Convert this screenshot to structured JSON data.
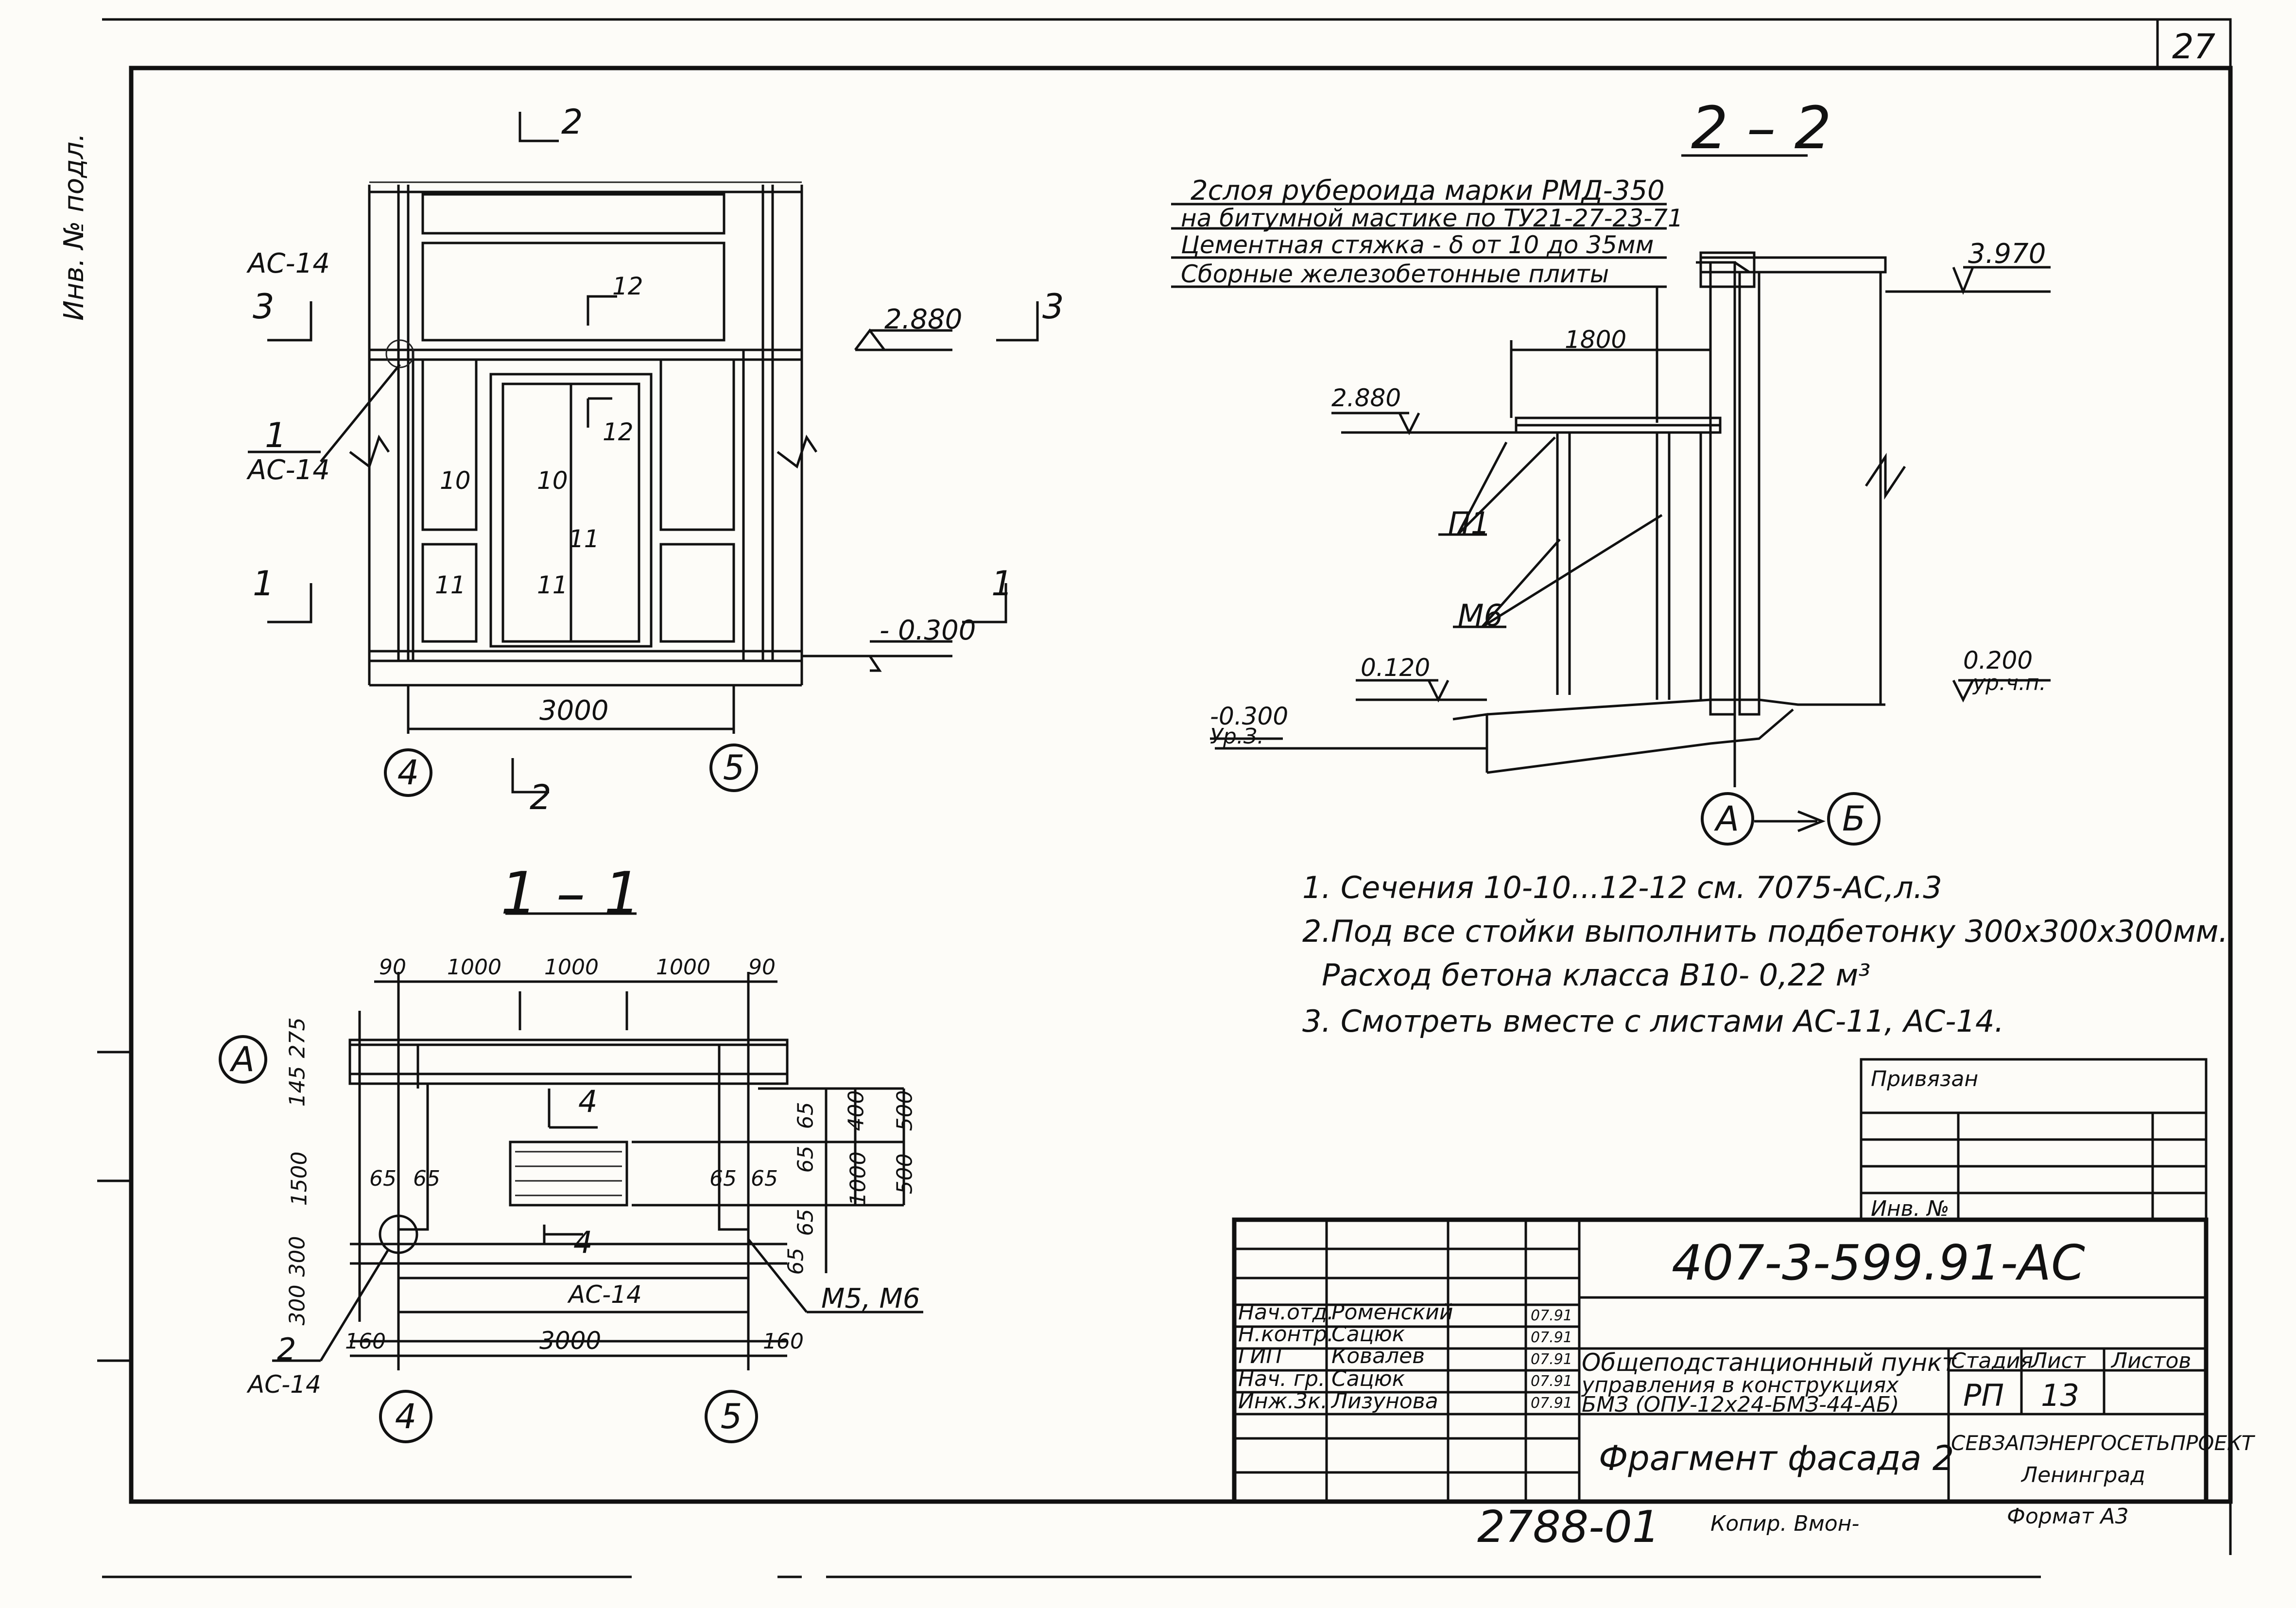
{
  "sheet_number": "27",
  "side_stamp": "Инв. № подл.",
  "elevation": {
    "section_2_label": "2",
    "section_3_label": "3",
    "section_1_label": "1",
    "node_1": "1",
    "node_ref": "АС-14",
    "marks": {
      "top": "2.880",
      "bottom": "- 0.300"
    },
    "labels": [
      "10",
      "10",
      "11",
      "11",
      "12",
      "12",
      "11"
    ],
    "dim": "3000",
    "axes": [
      "4",
      "5"
    ]
  },
  "section_22": {
    "title": "2 – 2",
    "layers": [
      "2слоя рубероида марки РМД-350",
      "на битумной мастике по ТУ21-27-23-71",
      "Цементная стяжка - δ от 10 до 35мм",
      "Сборные железобетонные плиты"
    ],
    "marks": {
      "roof": "3.970",
      "canopy": "2.880",
      "step": "0.120",
      "ground": "-0.300",
      "ground_note": "Ур.З.",
      "floor": "0.200",
      "floor_note": "ур.ч.п."
    },
    "dim": "1800",
    "labels": [
      "П1",
      "М6"
    ],
    "axes": [
      "А",
      "Б"
    ]
  },
  "section_11": {
    "title": "1 – 1",
    "dims_top": [
      "90",
      "1000",
      "1000",
      "1000",
      "90"
    ],
    "dims_left": [
      "275",
      "145",
      "1500",
      "300",
      "300"
    ],
    "dims_small": [
      "65",
      "65",
      "65",
      "65"
    ],
    "dims_right": [
      "65",
      "400",
      "65",
      "1000",
      "65",
      "500",
      "500",
      "65"
    ],
    "section_4": "4",
    "axis_a": "А",
    "node_2": "2",
    "node_ref": "АС-14",
    "beam_label": "АС-14",
    "mark_m": "М5, М6",
    "dims_bottom": [
      "160",
      "3000",
      "160"
    ],
    "axes": [
      "4",
      "5"
    ]
  },
  "notes": [
    "1. Сечения 10-10...12-12 см. 7075-АС,л.3",
    "2.Под все стойки выполнить подбетонку 300х300х300мм.",
    "Расход бетона класса В10- 0,22 м³",
    "3. Смотреть вместе с листами АС-11, АС-14."
  ],
  "binding": {
    "title": "Привязан",
    "inv": "Инв. №"
  },
  "title_block": {
    "code": "407-3-599.91-АС",
    "roles": [
      "Нач.отд.",
      "Н.контр.",
      "ГИП",
      "Нач. гр.",
      "Инж.3к."
    ],
    "names": [
      "Роменский",
      "Сацюк",
      "Ковалев",
      "Сацюк",
      "Лизунова"
    ],
    "dates": [
      "07.91",
      "07.91",
      "07.91",
      "07.91",
      "07.91"
    ],
    "project": [
      "Общеподстанционный пункт",
      "управления в конструкциях",
      "БМЗ (ОПУ-12х24-БМЗ-44-АБ)"
    ],
    "stage_h": "Стадия",
    "sheet_h": "Лист",
    "sheets_h": "Листов",
    "stage": "РП",
    "sheet": "13",
    "drawing_title": "Фрагмент фасада 2",
    "org": "СЕВЗАПЭНЕРГОСЕТЬПРОЕКТ",
    "city": "Ленинград",
    "format": "Формат А3",
    "bottom_number": "2788-01",
    "copied": "Копир. Вмон-"
  }
}
